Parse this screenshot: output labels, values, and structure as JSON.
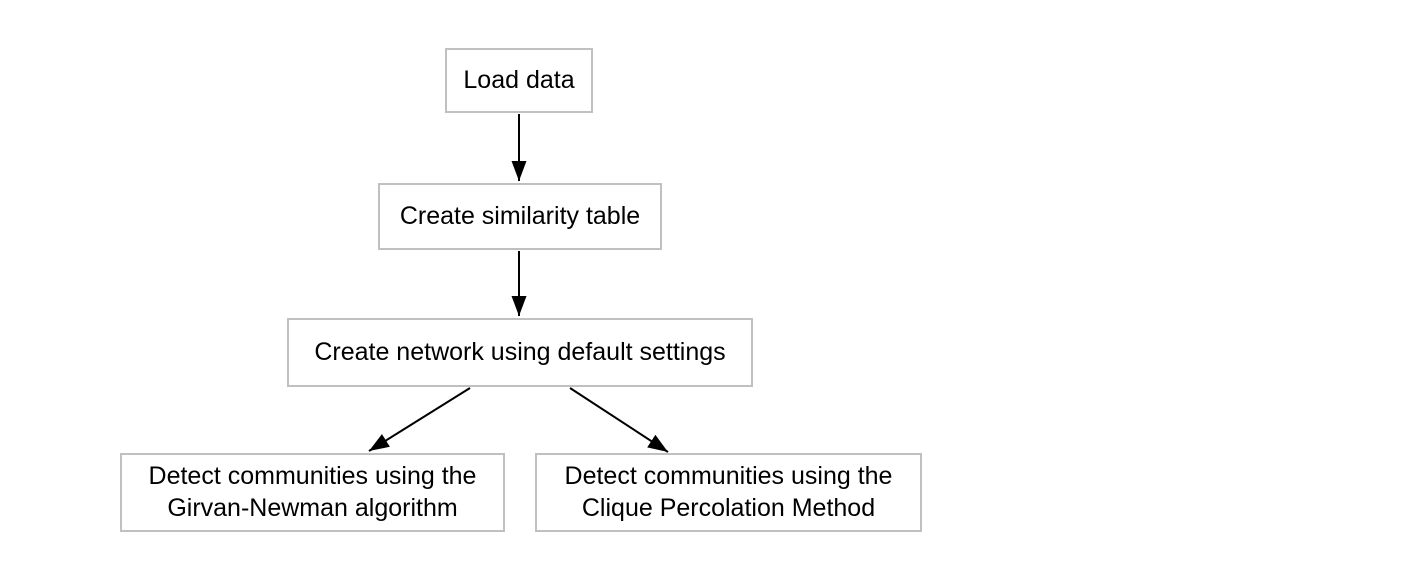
{
  "diagram": {
    "type": "flowchart",
    "colors": {
      "background": "#ffffff",
      "node_fill": "#ffffff",
      "node_border": "#c0c0c0",
      "text": "#000000",
      "arrow": "#000000"
    },
    "nodes": [
      {
        "id": "load-data",
        "lines": [
          "Load data"
        ]
      },
      {
        "id": "create-similarity-table",
        "lines": [
          "Create similarity table"
        ]
      },
      {
        "id": "create-network",
        "lines": [
          "Create network using default settings"
        ]
      },
      {
        "id": "detect-girvan-newman",
        "lines": [
          "Detect communities using the",
          "Girvan-Newman algorithm"
        ]
      },
      {
        "id": "detect-clique-percolation",
        "lines": [
          "Detect communities using the",
          "Clique Percolation Method"
        ]
      }
    ],
    "edges": [
      {
        "from": "load-data",
        "to": "create-similarity-table"
      },
      {
        "from": "create-similarity-table",
        "to": "create-network"
      },
      {
        "from": "create-network",
        "to": "detect-girvan-newman"
      },
      {
        "from": "create-network",
        "to": "detect-clique-percolation"
      }
    ]
  }
}
